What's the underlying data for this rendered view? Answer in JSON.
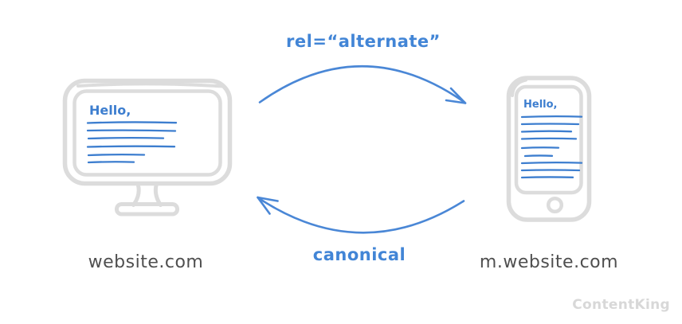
{
  "diagram": {
    "top_label": "rel=“alternate”",
    "bottom_label": "canonical",
    "desktop": {
      "caption": "website.com",
      "screen_text": "Hello,"
    },
    "mobile": {
      "caption": "m.website.com",
      "screen_text": "Hello,"
    }
  },
  "watermark": {
    "text": "ContentKing"
  },
  "colors": {
    "label_blue": "#4285d6",
    "arrow_blue": "#4a87d6",
    "screen_blue": "#3d7ecf",
    "device_gray": "#dcdcdc",
    "caption_gray": "#4f4f4f",
    "watermark_gray": "#d8d8d8",
    "background": "#ffffff"
  }
}
